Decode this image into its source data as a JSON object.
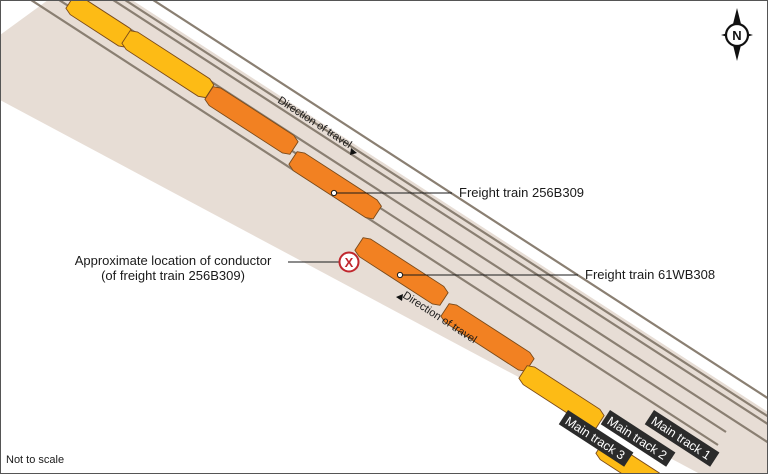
{
  "labels": {
    "freight_a": "Freight train 256B309",
    "freight_b": "Freight train 61WB308",
    "conductor_line1": "Approximate location of conductor",
    "conductor_line2": "(of freight train 256B309)",
    "direction_upper": "Direction of travel",
    "direction_lower": "Direction of travel",
    "track1": "Main track 1",
    "track2": "Main track 2",
    "track3": "Main track 3",
    "scale_note": "Not to scale",
    "north": "N",
    "conductor_marker": "X"
  },
  "colors": {
    "corridor": "#e7ddd5",
    "rail": "#8a7f72",
    "car_orange": "#f28122",
    "car_yellow": "#fdbb15",
    "car_stroke": "#7a4a1a",
    "marker_red": "#c0272d",
    "label_bg": "#2b2b2b"
  }
}
